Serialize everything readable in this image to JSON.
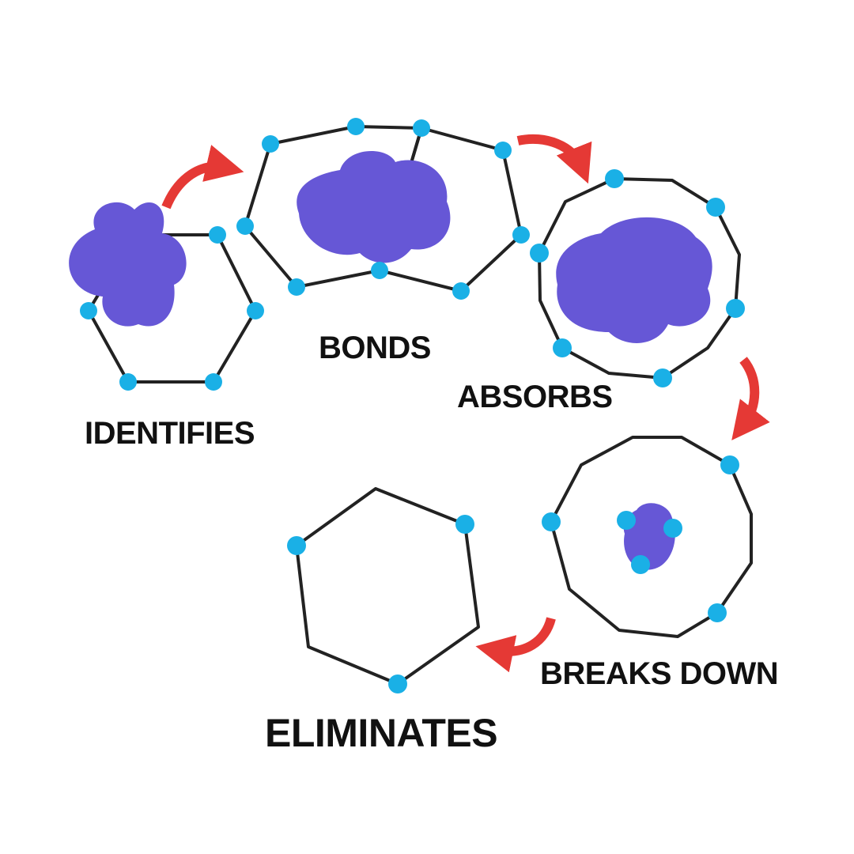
{
  "colors": {
    "cell": "#222222",
    "dot": "#1ab0e6",
    "blob": "#6657d6",
    "arrow": "#e53935"
  },
  "steps": [
    {
      "label": "IDENTIFIES"
    },
    {
      "label": "BONDS"
    },
    {
      "label": "ABSORBS"
    },
    {
      "label": "BREAKS DOWN"
    },
    {
      "label": "ELIMINATES"
    }
  ]
}
